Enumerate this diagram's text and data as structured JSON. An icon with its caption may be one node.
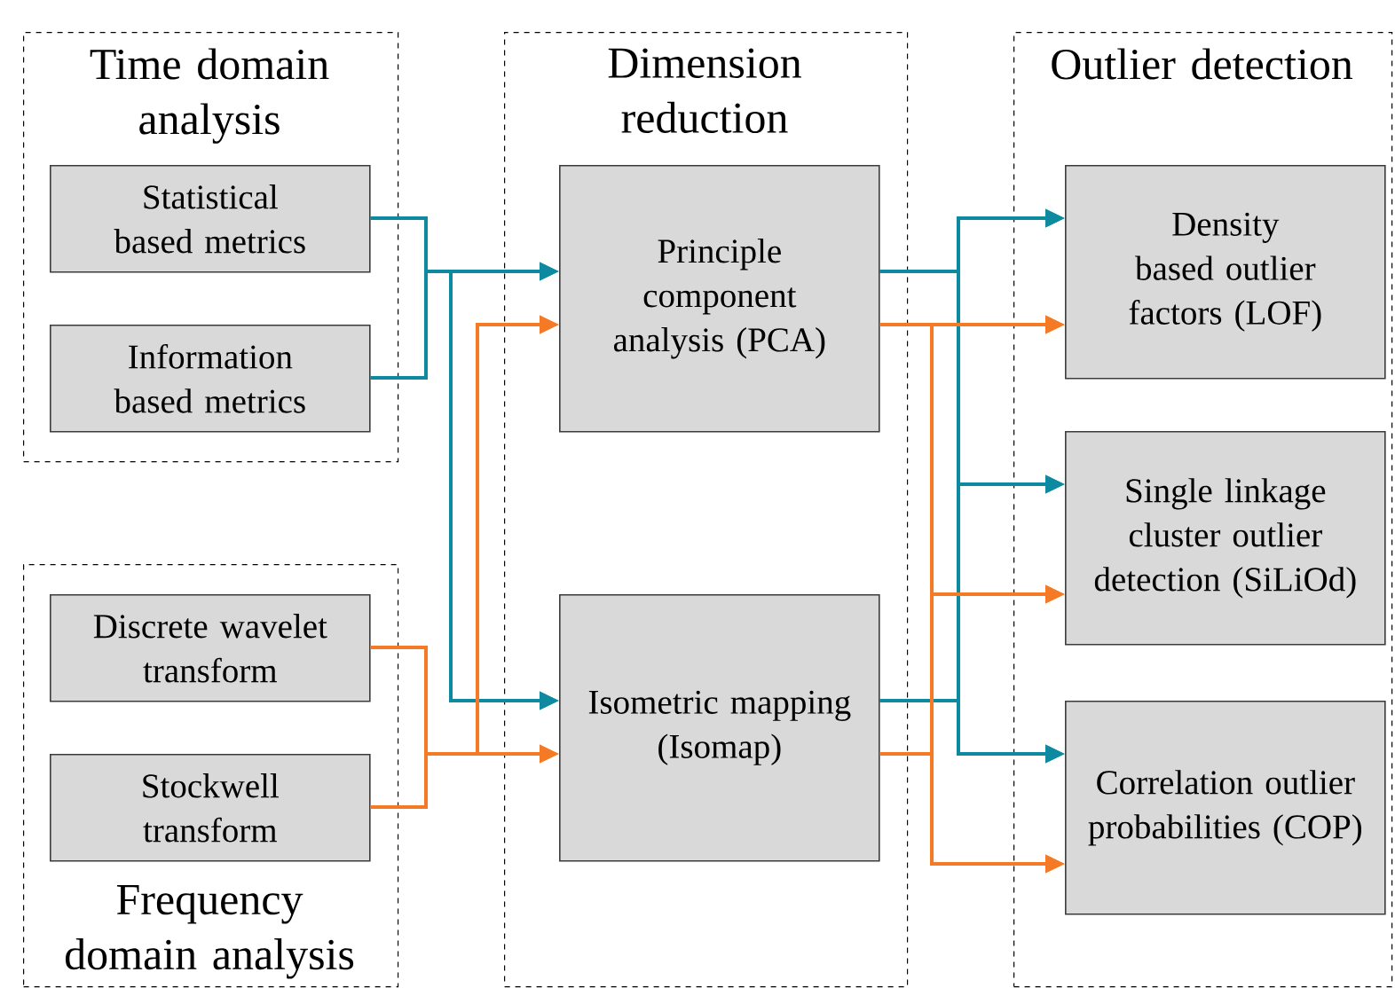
{
  "diagram": {
    "nodes": [
      {
        "text": [
          "Time domain analysis"
        ]
      },
      {
        "text": [
          "Statistical based metrics"
        ],
        "in": 0
      },
      {
        "text": [
          "Information based metrics"
        ],
        "in": 0
      },
      {
        "text": [
          "Frequency domain analysis"
        ]
      },
      {
        "text": [
          "Discrete wavelet transform"
        ],
        "in": 3
      },
      {
        "text": [
          "Stockwell transform"
        ],
        "in": 3
      },
      {
        "text": [
          "Dimension reduction"
        ]
      },
      {
        "text": [
          "Principle component analysis (PCA)"
        ],
        "in": 6
      },
      {
        "text": [
          "Isometric mapping (Isomap)"
        ],
        "in": 6
      },
      {
        "text": [
          "Outlier detection"
        ]
      },
      {
        "text": [
          "Density based outlier factors (LOF)"
        ],
        "in": 9
      },
      {
        "text": [
          "Single linkage cluster outlier detection (SiLiOd)"
        ],
        "in": 9
      },
      {
        "text": [
          "Correlation outlier probabilities (COP)"
        ],
        "in": 9
      }
    ],
    "edges": [
      {
        "from": 1,
        "to": 7,
        "arrow": "to",
        "color": "#0e8aa0"
      },
      {
        "from": 2,
        "to": 7,
        "arrow": "to",
        "color": "#0e8aa0"
      },
      {
        "from": 1,
        "to": 8,
        "arrow": "to",
        "color": "#0e8aa0"
      },
      {
        "from": 2,
        "to": 8,
        "arrow": "to",
        "color": "#0e8aa0"
      },
      {
        "from": 4,
        "to": 7,
        "arrow": "to",
        "color": "#f47a26"
      },
      {
        "from": 5,
        "to": 7,
        "arrow": "to",
        "color": "#f47a26"
      },
      {
        "from": 4,
        "to": 8,
        "arrow": "to",
        "color": "#f47a26"
      },
      {
        "from": 5,
        "to": 8,
        "arrow": "to",
        "color": "#f47a26"
      },
      {
        "from": 7,
        "to": 10,
        "arrow": "to",
        "color": "#0e8aa0"
      },
      {
        "from": 7,
        "to": 11,
        "arrow": "to",
        "color": "#0e8aa0"
      },
      {
        "from": 7,
        "to": 12,
        "arrow": "to",
        "color": "#0e8aa0"
      },
      {
        "from": 8,
        "to": 10,
        "arrow": "to",
        "color": "#0e8aa0"
      },
      {
        "from": 8,
        "to": 11,
        "arrow": "to",
        "color": "#0e8aa0"
      },
      {
        "from": 8,
        "to": 12,
        "arrow": "to",
        "color": "#0e8aa0"
      },
      {
        "from": 7,
        "to": 10,
        "arrow": "to",
        "color": "#f47a26"
      },
      {
        "from": 7,
        "to": 11,
        "arrow": "to",
        "color": "#f47a26"
      },
      {
        "from": 7,
        "to": 12,
        "arrow": "to",
        "color": "#f47a26"
      },
      {
        "from": 8,
        "to": 10,
        "arrow": "to",
        "color": "#f47a26"
      },
      {
        "from": 8,
        "to": 11,
        "arrow": "to",
        "color": "#f47a26"
      },
      {
        "from": 8,
        "to": 12,
        "arrow": "to",
        "color": "#f47a26"
      }
    ]
  }
}
